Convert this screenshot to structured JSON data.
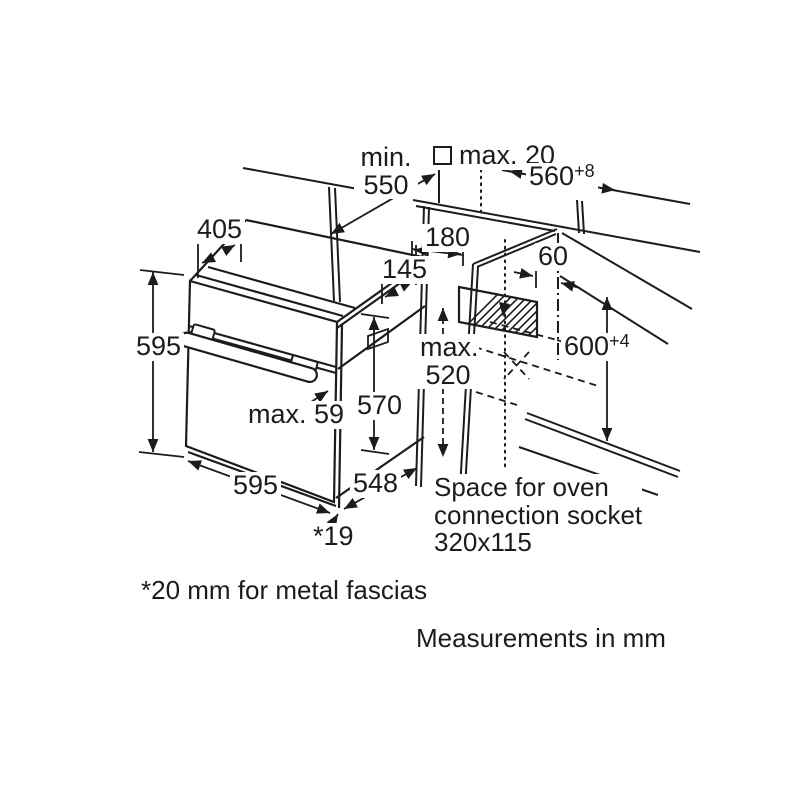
{
  "diagram": {
    "title_hint": "oven-installation-dimension-drawing",
    "colors": {
      "line": "#1c1c1c",
      "background": "#ffffff"
    },
    "dimensions": {
      "min_550": {
        "prefix": "min.",
        "value": "550"
      },
      "max_20": {
        "label": "max. 20"
      },
      "d560": {
        "base": "560",
        "sup": "+8"
      },
      "d405": {
        "value": "405"
      },
      "d180": {
        "value": "180"
      },
      "d145": {
        "value": "145"
      },
      "d60": {
        "value": "60"
      },
      "left_595": {
        "value": "595"
      },
      "max_520": {
        "prefix": "max.",
        "value": "520"
      },
      "d600": {
        "base": "600",
        "sup": "+4"
      },
      "d570": {
        "value": "570"
      },
      "max_59": {
        "label": "max. 59"
      },
      "bottom_595": {
        "value": "595"
      },
      "d548": {
        "value": "548"
      },
      "star_19": {
        "label": "*19"
      }
    },
    "notes": {
      "socket_line1": "Space for oven",
      "socket_line2": "connection socket",
      "socket_line3": "320x115",
      "fascia": "*20 mm for metal fascias",
      "units": "Measurements in mm"
    }
  }
}
